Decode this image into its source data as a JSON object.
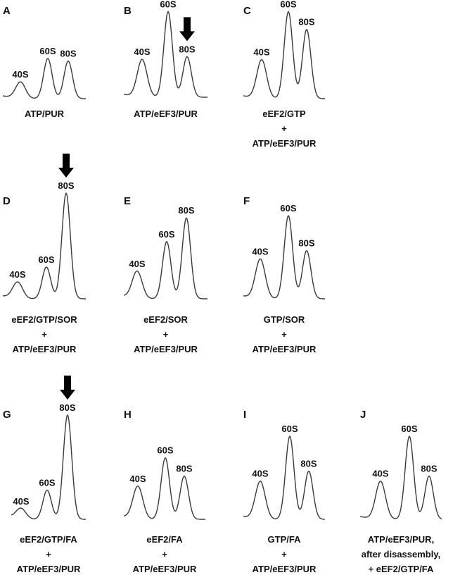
{
  "figure": {
    "background": "#ffffff",
    "ink": "#111111",
    "trace_color": "#3a3a3a",
    "arrow_color": "#000000"
  },
  "chart_data": [
    {
      "type": "line",
      "panel": "A",
      "peaks": [
        "40S",
        "60S",
        "80S"
      ],
      "values": [
        0.26,
        0.62,
        0.58
      ],
      "arrow_on": null,
      "caption": [
        "ATP/PUR"
      ]
    },
    {
      "type": "line",
      "panel": "B",
      "peaks": [
        "40S",
        "60S",
        "80S"
      ],
      "values": [
        0.42,
        0.95,
        0.45
      ],
      "arrow_on": "80S",
      "caption": [
        "ATP/eEF3/PUR"
      ]
    },
    {
      "type": "line",
      "panel": "C",
      "peaks": [
        "40S",
        "60S",
        "80S"
      ],
      "values": [
        0.44,
        0.98,
        0.78
      ],
      "arrow_on": null,
      "caption": [
        "eEF2/GTP",
        "+",
        "ATP/eEF3/PUR"
      ]
    },
    {
      "type": "line",
      "panel": "D",
      "peaks": [
        "40S",
        "60S",
        "80S"
      ],
      "values": [
        0.16,
        0.3,
        1.0
      ],
      "arrow_on": "80S",
      "caption": [
        "eEF2/GTP/SOR",
        "+",
        "ATP/eEF3/PUR"
      ]
    },
    {
      "type": "line",
      "panel": "E",
      "peaks": [
        "40S",
        "60S",
        "80S"
      ],
      "values": [
        0.28,
        0.58,
        0.82
      ],
      "arrow_on": null,
      "caption": [
        "eEF2/SOR",
        "+",
        "ATP/eEF3/PUR"
      ]
    },
    {
      "type": "line",
      "panel": "F",
      "peaks": [
        "40S",
        "60S",
        "80S"
      ],
      "values": [
        0.48,
        1.0,
        0.58
      ],
      "arrow_on": null,
      "caption": [
        "GTP/SOR",
        "+",
        "ATP/eEF3/PUR"
      ]
    },
    {
      "type": "line",
      "panel": "G",
      "peaks": [
        "40S",
        "60S",
        "80S"
      ],
      "values": [
        0.1,
        0.28,
        1.0
      ],
      "arrow_on": "80S",
      "caption": [
        "eEF2/GTP/FA",
        "+",
        "ATP/eEF3/PUR"
      ]
    },
    {
      "type": "line",
      "panel": "H",
      "peaks": [
        "40S",
        "60S",
        "80S"
      ],
      "values": [
        0.4,
        0.74,
        0.52
      ],
      "arrow_on": null,
      "caption": [
        "eEF2/FA",
        "+",
        "ATP/eEF3/PUR"
      ]
    },
    {
      "type": "line",
      "panel": "I",
      "peaks": [
        "40S",
        "60S",
        "80S"
      ],
      "values": [
        0.46,
        1.0,
        0.58
      ],
      "arrow_on": null,
      "caption": [
        "GTP/FA",
        "+",
        "ATP/eEF3/PUR"
      ]
    },
    {
      "type": "line",
      "panel": "J",
      "peaks": [
        "40S",
        "60S",
        "80S"
      ],
      "values": [
        0.46,
        1.0,
        0.52
      ],
      "arrow_on": null,
      "caption": [
        "ATP/eEF3/PUR,",
        "after disassembly,",
        "+ eEF2/GTP/FA"
      ]
    }
  ]
}
